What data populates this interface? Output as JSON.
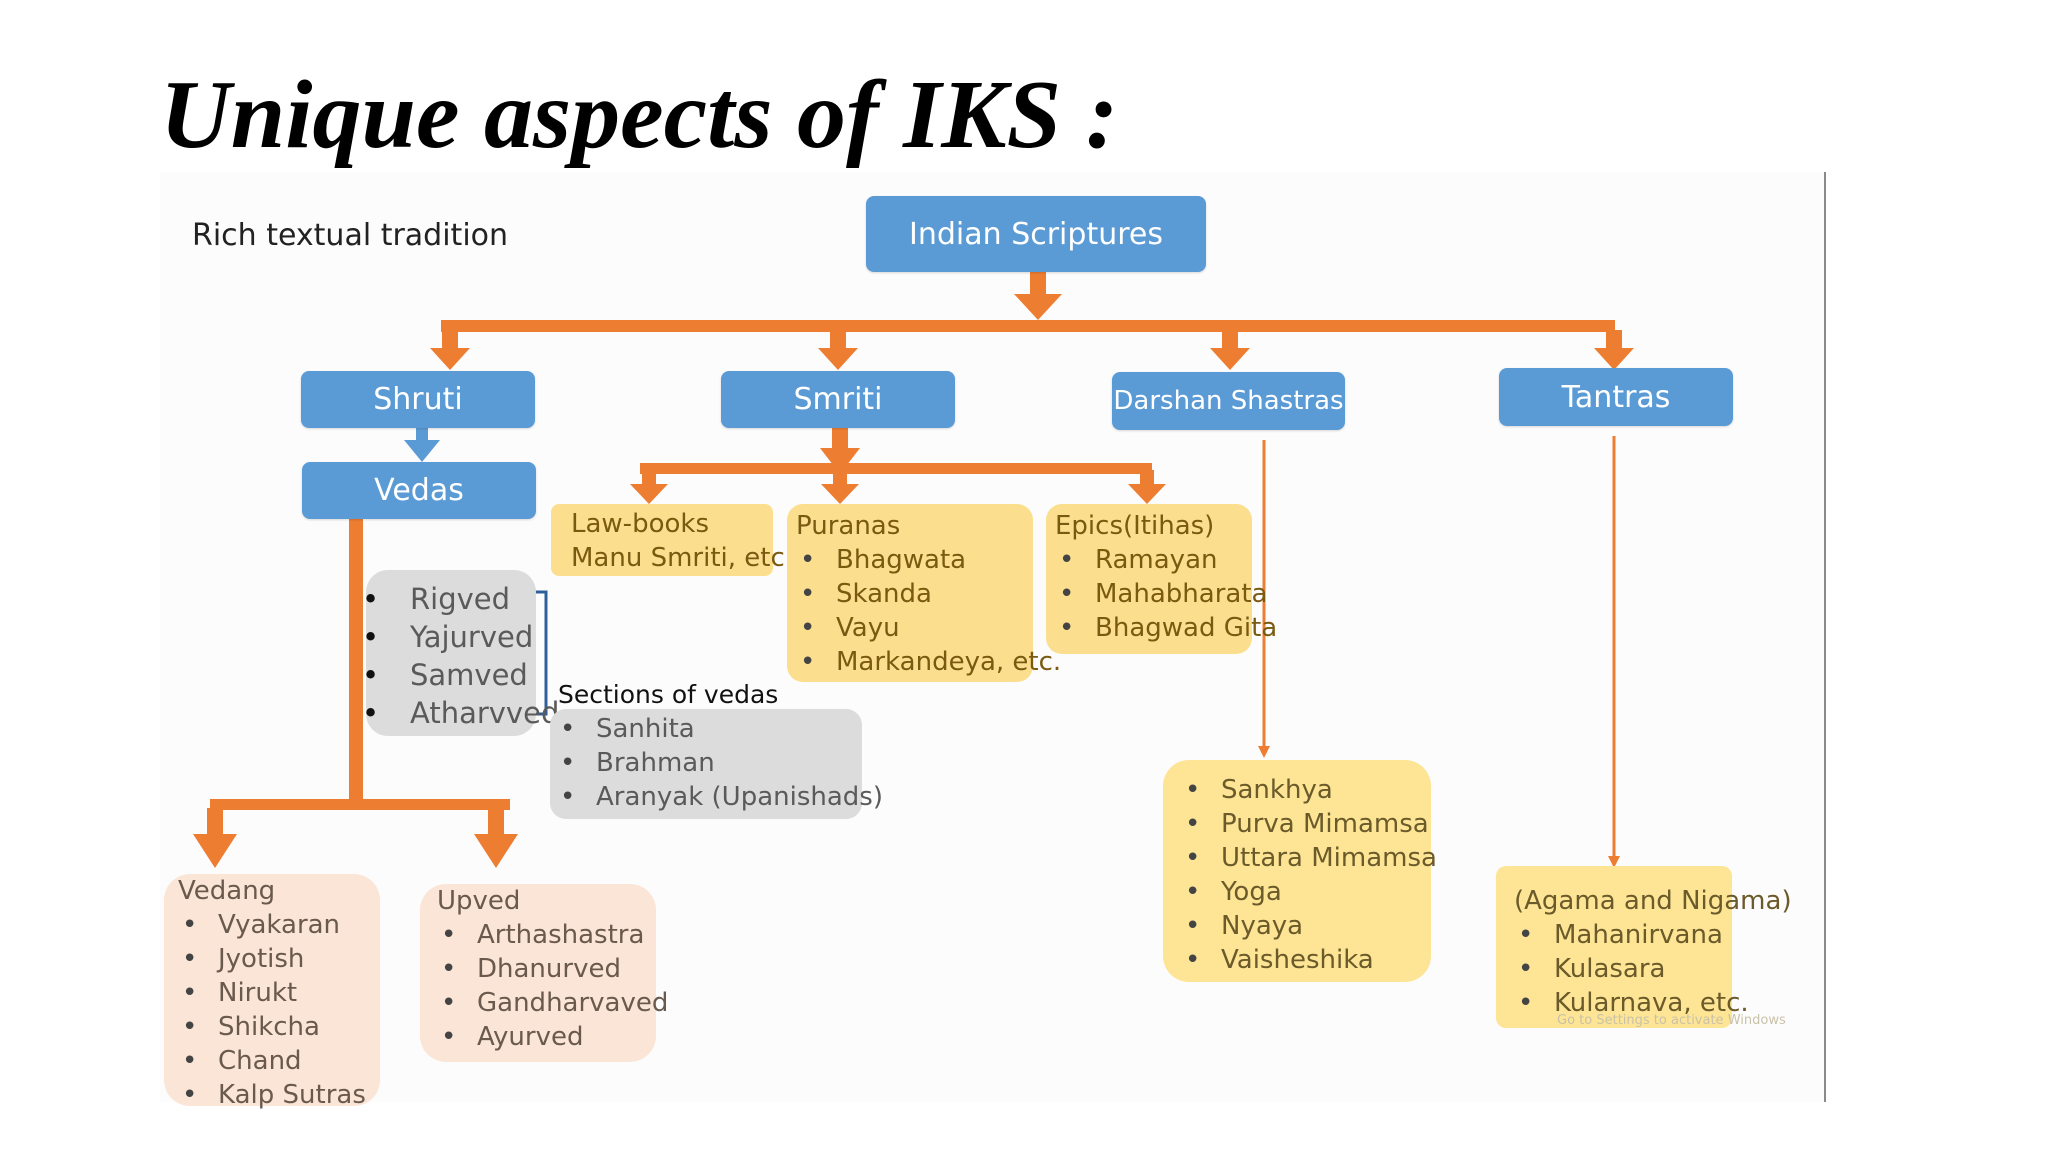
{
  "title": "Unique aspects of IKS :",
  "subtitle": "Rich textual tradition",
  "root": "Indian Scriptures",
  "branches": {
    "shruti": "Shruti",
    "smriti": "Smriti",
    "darshan": "Darshan Shastras",
    "tantras": "Tantras"
  },
  "vedas": {
    "label": "Vedas",
    "items": [
      "Rigved",
      "Yajurved",
      "Samved",
      "Atharvved"
    ]
  },
  "sections_of_vedas": {
    "label": "Sections of vedas",
    "items": [
      "Sanhita",
      "Brahman",
      "Aranyak (Upanishads)"
    ]
  },
  "lawbooks": {
    "line1": "Law-books",
    "line2": "Manu Smriti, etc."
  },
  "puranas": {
    "heading": "Puranas",
    "items": [
      "Bhagwata",
      "Skanda",
      "Vayu",
      "Markandeya, etc."
    ]
  },
  "epics": {
    "heading": "Epics(Itihas)",
    "items": [
      "Ramayan",
      "Mahabharata",
      "Bhagwad Gita"
    ]
  },
  "darshan_list": {
    "items": [
      "Sankhya",
      "Purva Mimamsa",
      "Uttara Mimamsa",
      "Yoga",
      "Nyaya",
      "Vaisheshika"
    ]
  },
  "tantra_list": {
    "heading": "(Agama and Nigama)",
    "items": [
      "Mahanirvana",
      "Kulasara",
      "Kularnava, etc."
    ]
  },
  "vedang": {
    "heading": "Vedang",
    "items": [
      "Vyakaran",
      "Jyotish",
      "Nirukt",
      "Shikcha",
      "Chand",
      "Kalp Sutras"
    ]
  },
  "upved": {
    "heading": "Upved",
    "items": [
      "Arthashastra",
      "Dhanurved",
      "Gandharvaved",
      "Ayurved"
    ]
  },
  "watermark": "Go to Settings to activate Windows",
  "colors": {
    "blue_box": "#5b9bd5",
    "connector_orange": "#ed7d31",
    "connector_blue": "#5b9bd5",
    "yellow_box": "#fbdf8e",
    "peach_box": "#fbe5d6",
    "grey_box": "#dcdcdc"
  }
}
